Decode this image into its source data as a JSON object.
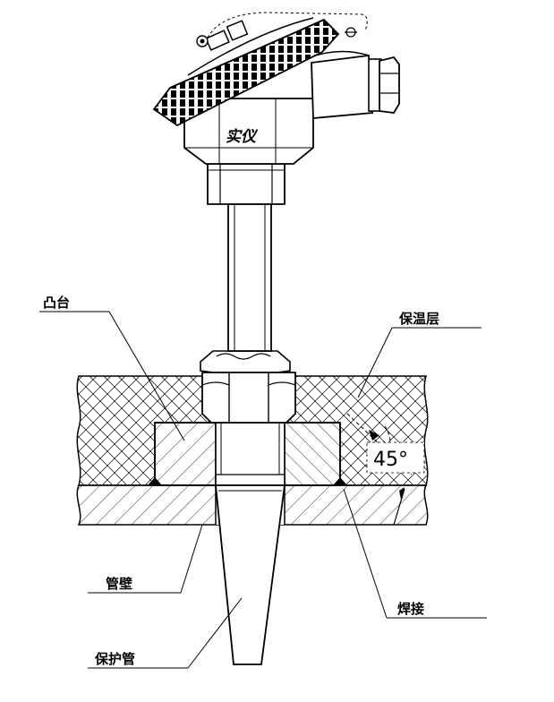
{
  "labels": {
    "boss": "凸台",
    "insulation": "保温层",
    "pipe_wall": "管壁",
    "protection_tube": "保护管",
    "welding": "焊接",
    "angle": "45°"
  },
  "logo_text": "实仪",
  "colors": {
    "line": "#000000",
    "background": "#ffffff"
  }
}
